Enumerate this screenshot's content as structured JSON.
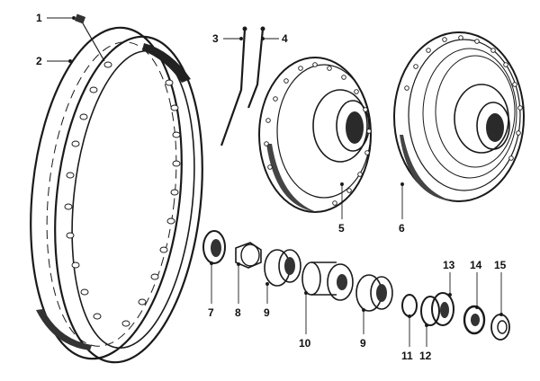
{
  "diagram": {
    "callouts": [
      {
        "id": "c1",
        "text": "1"
      },
      {
        "id": "c2",
        "text": "2"
      },
      {
        "id": "c3",
        "text": "3"
      },
      {
        "id": "c4",
        "text": "4"
      },
      {
        "id": "c5",
        "text": "5"
      },
      {
        "id": "c6",
        "text": "6"
      },
      {
        "id": "c7",
        "text": "7"
      },
      {
        "id": "c8",
        "text": "8"
      },
      {
        "id": "c9a",
        "text": "9"
      },
      {
        "id": "c10",
        "text": "10"
      },
      {
        "id": "c9b",
        "text": "9"
      },
      {
        "id": "c11",
        "text": "11"
      },
      {
        "id": "c12",
        "text": "12"
      },
      {
        "id": "c13",
        "text": "13"
      },
      {
        "id": "c14",
        "text": "14"
      },
      {
        "id": "c15",
        "text": "15"
      }
    ]
  }
}
